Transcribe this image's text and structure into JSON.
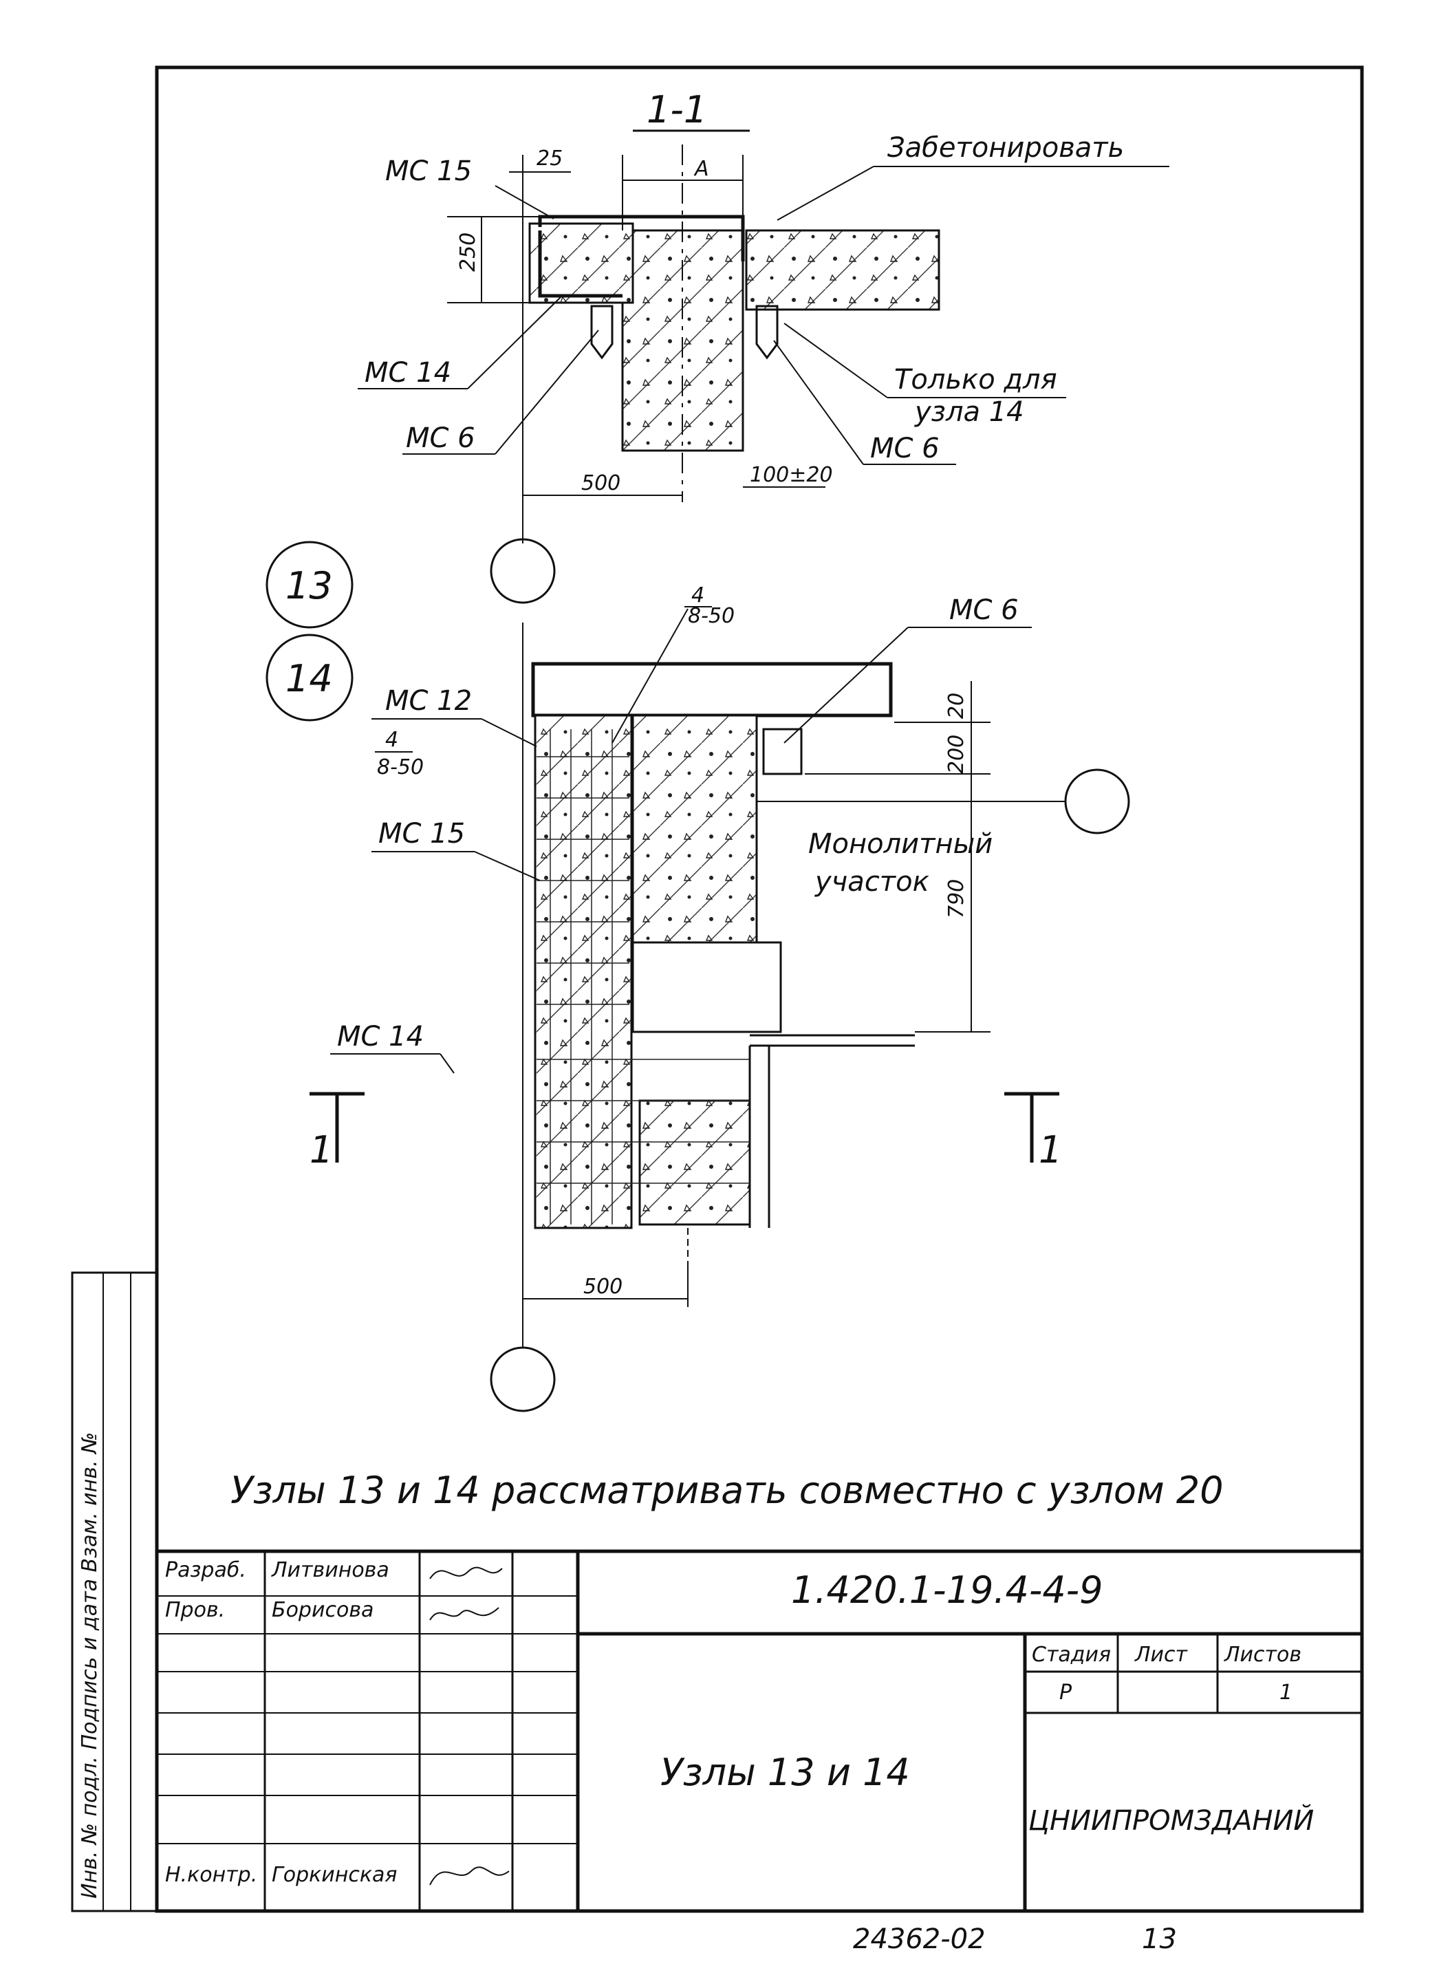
{
  "section": {
    "title": "1-1",
    "labels": {
      "ms15_top": "МС 15",
      "dim_25": "25",
      "dim_250": "250",
      "dim_a": "А",
      "concrete_note": "Забетонировать",
      "ms14": "МС 14",
      "ms6_left": "МС 6",
      "ms6_right": "МС 6",
      "only_for_line1": "Только для",
      "only_for_line2": "узла 14",
      "dim_500": "500",
      "dim_100": "100±20"
    }
  },
  "node_markers": [
    "13",
    "14"
  ],
  "plan": {
    "labels": {
      "rebar_top": "4",
      "rebar_top_sub": "8-50",
      "ms6": "МС 6",
      "ms12": "МС 12",
      "rebar_left": "4",
      "rebar_left_sub": "8-50",
      "ms15": "МС 15",
      "dim_20": "20",
      "dim_200": "200",
      "monolith_line1": "Монолитный",
      "monolith_line2": "участок",
      "dim_790": "790",
      "ms14": "МС 14",
      "cut_left": "1",
      "cut_right": "1",
      "dim_500": "500"
    }
  },
  "note": "Узлы 13 и 14 рассматривать совместно с узлом 20",
  "title_block": {
    "designation": "1.420.1-19.4-4-9",
    "sheet_title": "Узлы 13 и 14",
    "stage_header": "Стадия",
    "sheet_header": "Лист",
    "sheets_header": "Листов",
    "stage_value": "Р",
    "sheet_value": "",
    "sheets_value": "1",
    "organization": "ЦНИИПРОМЗДАНИЙ",
    "rows": [
      {
        "role": "Разраб.",
        "name": "Литвинова"
      },
      {
        "role": "Пров.",
        "name": "Борисова"
      },
      {
        "role": "Н.контр.",
        "name": "Горкинская"
      }
    ]
  },
  "side_stamp": "Инв. № подл.   Подпись и дата   Взам. инв. №",
  "footer": {
    "code": "24362-02",
    "page": "13"
  }
}
